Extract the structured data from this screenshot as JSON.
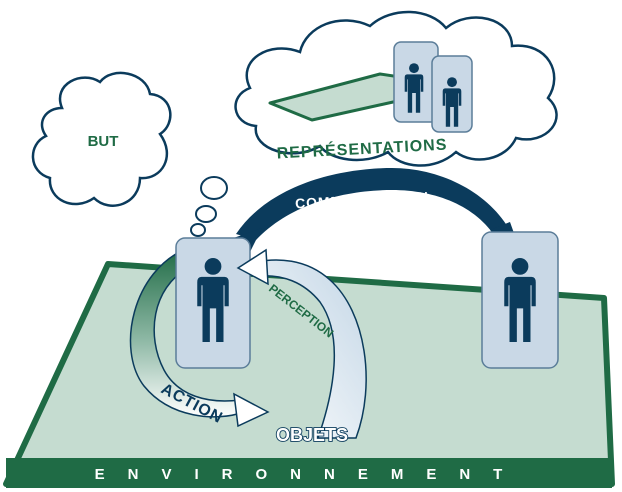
{
  "labels": {
    "goal": "BUT",
    "representations": "REPRÉSENTATIONS",
    "communication": "COMMUNICATION",
    "perception": "PERCEPTION",
    "action": "ACTION",
    "objects": "OBJETS",
    "environment": "ENVIRONNEMENT"
  },
  "colors": {
    "dark_navy": "#0b3b5c",
    "green_dark": "#1f6b45",
    "green_light": "#c5dcd0",
    "panel_blue": "#c9d8e6",
    "panel_stroke": "#5b7d99",
    "cloud_stroke": "#0b3b5c",
    "outline": "#1a2f45"
  }
}
